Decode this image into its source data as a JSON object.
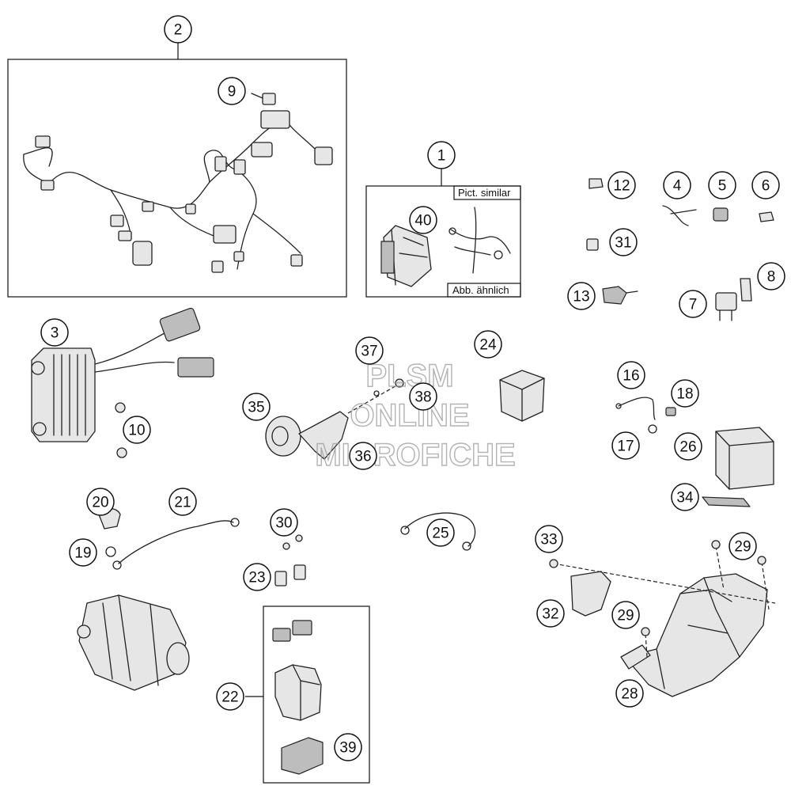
{
  "notes": {
    "pict_similar": "Pict. similar",
    "abb_aehnlich": "Abb. ähnlich"
  },
  "watermark": {
    "line1": "PLSM",
    "line2": "ONLINE",
    "line3": "MICROFICHE"
  },
  "callouts": [
    "1",
    "2",
    "3",
    "4",
    "5",
    "6",
    "7",
    "8",
    "9",
    "10",
    "12",
    "13",
    "16",
    "17",
    "18",
    "19",
    "20",
    "21",
    "22",
    "23",
    "24",
    "25",
    "26",
    "28",
    "29",
    "29",
    "30",
    "31",
    "32",
    "33",
    "34",
    "35",
    "36",
    "37",
    "38",
    "39",
    "40"
  ]
}
